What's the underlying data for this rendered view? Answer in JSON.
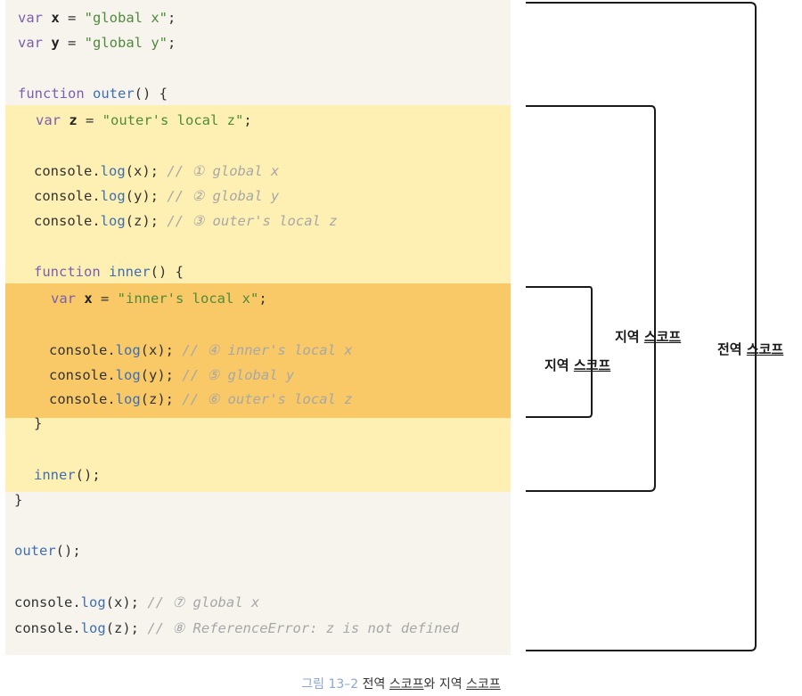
{
  "code": {
    "lines": [
      {
        "tokens": [
          {
            "t": "var ",
            "c": "kw"
          },
          {
            "t": "x",
            "c": "id"
          },
          {
            "t": " = ",
            "c": "pun"
          },
          {
            "t": "\"global x\"",
            "c": "str"
          },
          {
            "t": ";",
            "c": "pun"
          }
        ]
      },
      {
        "tokens": [
          {
            "t": "var ",
            "c": "kw"
          },
          {
            "t": "y",
            "c": "id"
          },
          {
            "t": " = ",
            "c": "pun"
          },
          {
            "t": "\"global y\"",
            "c": "str"
          },
          {
            "t": ";",
            "c": "pun"
          }
        ]
      },
      {
        "tokens": [
          {
            "t": "function ",
            "c": "kw"
          },
          {
            "t": "outer",
            "c": "fn"
          },
          {
            "t": "() {",
            "c": "pun"
          }
        ]
      },
      {
        "tokens": [
          {
            "t": "var ",
            "c": "kw"
          },
          {
            "t": "z",
            "c": "id"
          },
          {
            "t": " = ",
            "c": "pun"
          },
          {
            "t": "\"outer's local z\"",
            "c": "str"
          },
          {
            "t": ";",
            "c": "pun"
          }
        ]
      },
      {
        "tokens": [
          {
            "t": "console.",
            "c": "pun"
          },
          {
            "t": "log",
            "c": "fn"
          },
          {
            "t": "(x); ",
            "c": "pun"
          },
          {
            "t": "// ① global x",
            "c": "cmt"
          }
        ]
      },
      {
        "tokens": [
          {
            "t": "console.",
            "c": "pun"
          },
          {
            "t": "log",
            "c": "fn"
          },
          {
            "t": "(y); ",
            "c": "pun"
          },
          {
            "t": "// ② global y",
            "c": "cmt"
          }
        ]
      },
      {
        "tokens": [
          {
            "t": "console.",
            "c": "pun"
          },
          {
            "t": "log",
            "c": "fn"
          },
          {
            "t": "(z); ",
            "c": "pun"
          },
          {
            "t": "// ③ outer's local z",
            "c": "cmt"
          }
        ]
      },
      {
        "tokens": [
          {
            "t": "function ",
            "c": "kw"
          },
          {
            "t": "inner",
            "c": "fn"
          },
          {
            "t": "() {",
            "c": "pun"
          }
        ]
      },
      {
        "tokens": [
          {
            "t": "var ",
            "c": "kw"
          },
          {
            "t": "x",
            "c": "id"
          },
          {
            "t": " = ",
            "c": "pun"
          },
          {
            "t": "\"inner's local x\"",
            "c": "str"
          },
          {
            "t": ";",
            "c": "pun"
          }
        ]
      },
      {
        "tokens": [
          {
            "t": "console.",
            "c": "pun"
          },
          {
            "t": "log",
            "c": "fn"
          },
          {
            "t": "(x); ",
            "c": "pun"
          },
          {
            "t": "// ④ inner's local x",
            "c": "cmt"
          }
        ]
      },
      {
        "tokens": [
          {
            "t": "console.",
            "c": "pun"
          },
          {
            "t": "log",
            "c": "fn"
          },
          {
            "t": "(y); ",
            "c": "pun"
          },
          {
            "t": "// ⑤ global y",
            "c": "cmt"
          }
        ]
      },
      {
        "tokens": [
          {
            "t": "console.",
            "c": "pun"
          },
          {
            "t": "log",
            "c": "fn"
          },
          {
            "t": "(z); ",
            "c": "pun"
          },
          {
            "t": "// ⑥ outer's local z",
            "c": "cmt"
          }
        ]
      },
      {
        "tokens": [
          {
            "t": "}",
            "c": "pun"
          }
        ]
      },
      {
        "tokens": [
          {
            "t": "inner",
            "c": "fn"
          },
          {
            "t": "();",
            "c": "pun"
          }
        ]
      },
      {
        "tokens": [
          {
            "t": "}",
            "c": "pun"
          }
        ]
      },
      {
        "tokens": [
          {
            "t": "outer",
            "c": "fn"
          },
          {
            "t": "();",
            "c": "pun"
          }
        ]
      },
      {
        "tokens": [
          {
            "t": "console.",
            "c": "pun"
          },
          {
            "t": "log",
            "c": "fn"
          },
          {
            "t": "(x); ",
            "c": "pun"
          },
          {
            "t": "// ⑦ global x",
            "c": "cmt"
          }
        ]
      },
      {
        "tokens": [
          {
            "t": "console.",
            "c": "pun"
          },
          {
            "t": "log",
            "c": "fn"
          },
          {
            "t": "(z); ",
            "c": "pun"
          },
          {
            "t": "// ⑧ ReferenceError: z is not defined",
            "c": "cmt"
          }
        ]
      }
    ]
  },
  "labels": {
    "inner_scope": {
      "plain": "지역 ",
      "underlined": "스코프"
    },
    "outer_scope": {
      "plain": "지역 ",
      "underlined": "스코프"
    },
    "global_scope": {
      "plain": "전역 ",
      "underlined": "스코프"
    }
  },
  "caption": {
    "number": "그림 13–2",
    "text_before": " 전역 ",
    "underlined_1": "스코프",
    "text_middle": "와 지역 ",
    "underlined_2": "스코프"
  },
  "colors": {
    "outer_scope_band": "#fdf0b2",
    "inner_scope_band": "#f8c966",
    "keyword": "#7a5fb0",
    "function_name": "#3f6fb0",
    "string": "#4f8a3a",
    "comment": "#a7a7a7"
  }
}
